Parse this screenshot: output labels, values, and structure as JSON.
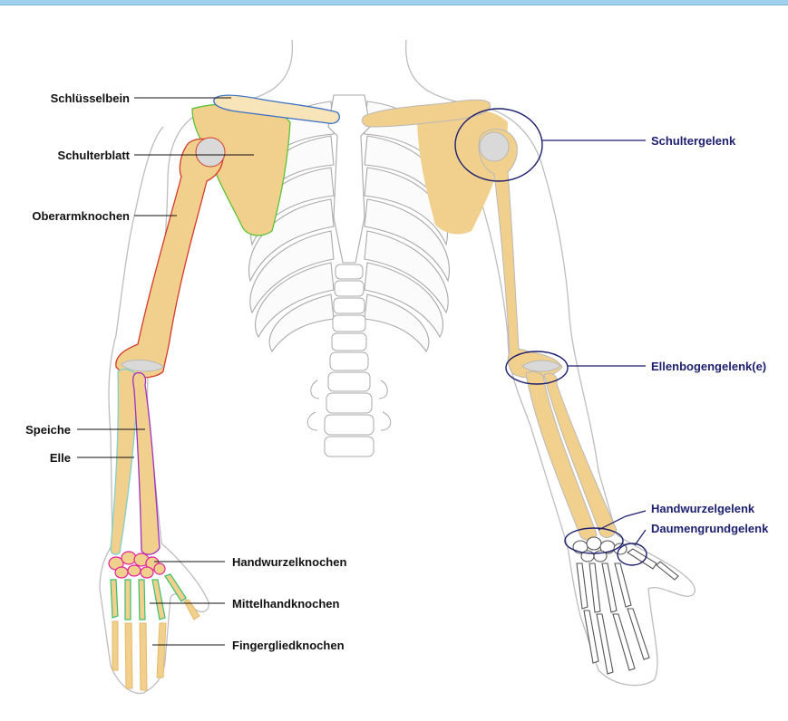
{
  "labels_left": {
    "clavicle": "Schlüsselbein",
    "scapula": "Schulterblatt",
    "humerus": "Oberarmknochen",
    "radius": "Speiche",
    "ulna": "Elle",
    "carpals": "Handwurzelknochen",
    "metacarpals": "Mittelhandknochen",
    "phalanges": "Fingergliedknochen"
  },
  "labels_right": {
    "shoulder_joint": "Schultergelenk",
    "elbow_joint": "Ellenbogengelenk(e)",
    "wrist_joint": "Handwurzelgelenk",
    "thumb_joint": "Daumengrundgelenk"
  },
  "colors": {
    "bone": "#f1d08e",
    "bone_light": "#f7e4b8",
    "cartilage": "#d9d9d9",
    "outline": "#b8b8b8",
    "clavicle_outline": "#3a6fc4",
    "scapula_outline": "#5bc236",
    "humerus_outline": "#d43a2a",
    "radius_outline": "#a030c0",
    "ulna_outline": "#7fd0c8",
    "carpal_outline": "#e0209a",
    "metacarpal_outline": "#3cbf6a",
    "joint_circle": "#1d1f6e",
    "label_left": "#111111",
    "label_right": "#1d1f6e"
  }
}
